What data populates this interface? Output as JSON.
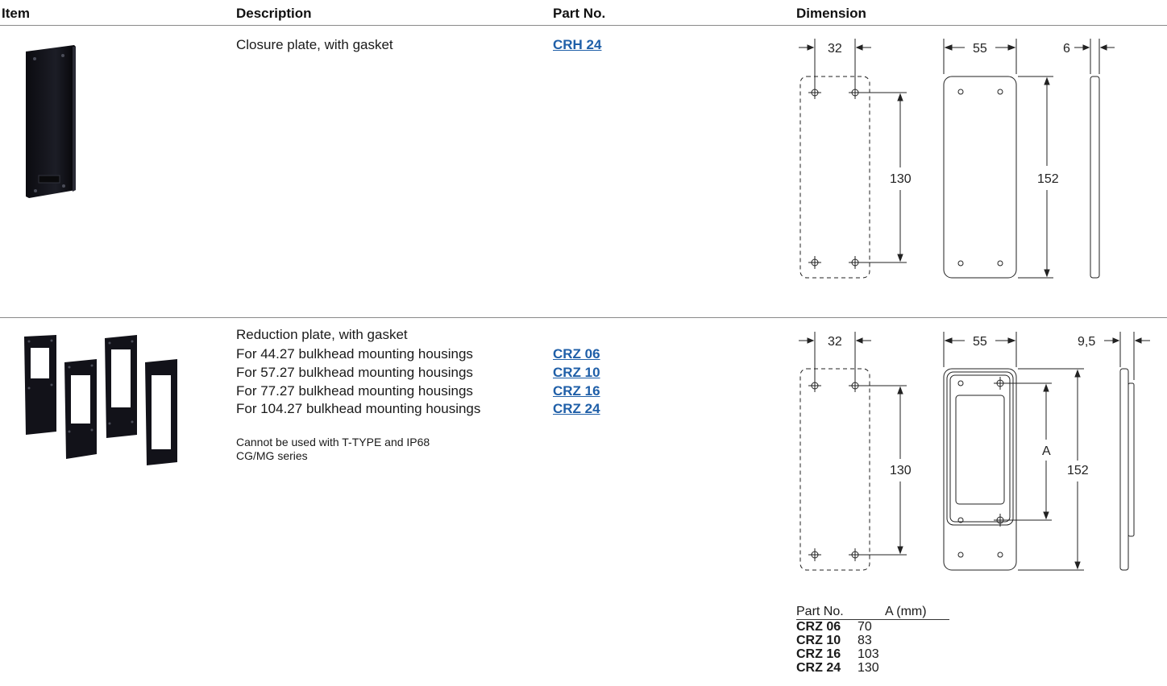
{
  "header": {
    "item": "Item",
    "description": "Description",
    "part_no": "Part No.",
    "dimension": "Dimension"
  },
  "rows": [
    {
      "description": "Closure plate, with gasket",
      "parts": [
        "CRH 24"
      ],
      "dims": {
        "hole_spacing": "32",
        "width": "55",
        "thickness": "6",
        "hole_height": "130",
        "height": "152"
      }
    },
    {
      "description": "Reduction plate, with gasket",
      "lines": [
        {
          "text": "For 44.27 bulkhead mounting housings",
          "part": "CRZ 06"
        },
        {
          "text": "For 57.27 bulkhead mounting housings",
          "part": "CRZ 10"
        },
        {
          "text": "For 77.27 bulkhead mounting housings",
          "part": "CRZ 16"
        },
        {
          "text": "For 104.27 bulkhead mounting housings",
          "part": "CRZ 24"
        }
      ],
      "note_line1": "Cannot be used with T-TYPE and IP68",
      "note_line2": "CG/MG series",
      "dims": {
        "hole_spacing": "32",
        "width": "55",
        "thickness": "9,5",
        "hole_height": "130",
        "height": "152",
        "cutout": "A"
      },
      "table": {
        "col1": "Part No.",
        "col2": "A (mm)",
        "rows": [
          {
            "part": "CRZ 06",
            "a": "70"
          },
          {
            "part": "CRZ 10",
            "a": "83"
          },
          {
            "part": "CRZ 16",
            "a": "103"
          },
          {
            "part": "CRZ 24",
            "a": "130"
          }
        ]
      }
    }
  ]
}
